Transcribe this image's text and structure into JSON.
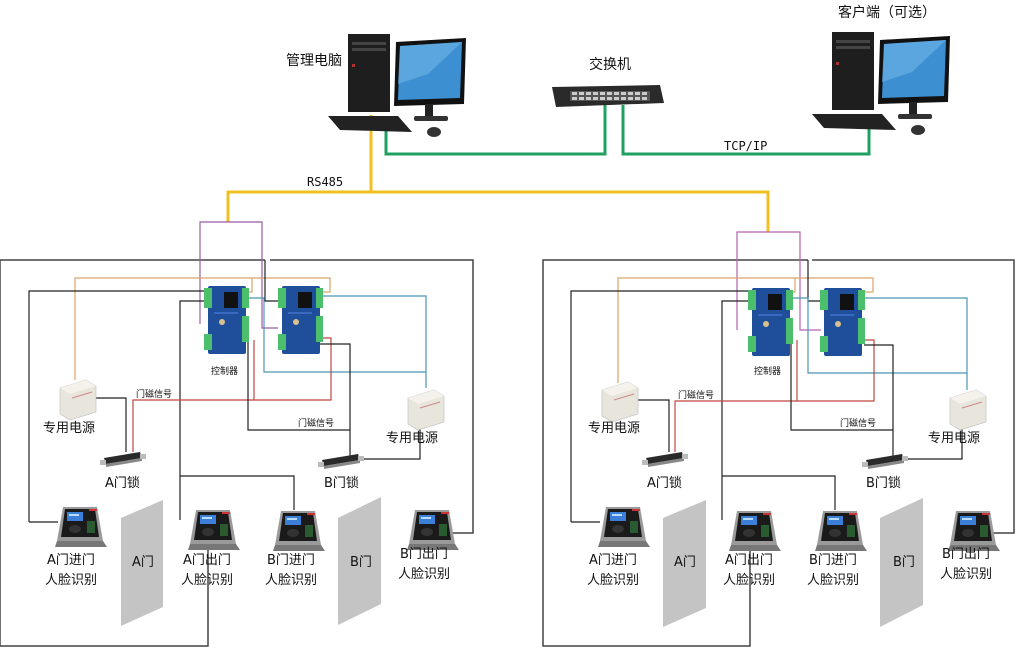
{
  "title": "人脸识别门禁系统拓扑图",
  "top": {
    "admin_pc_label": "管理电脑",
    "switch_label": "交换机",
    "client_pc_label": "客户端（可选）",
    "rs485_label": "RS485",
    "tcpip_label": "TCP/IP"
  },
  "groups": [
    {
      "controller_label": "控制器",
      "power_left_label": "专用电源",
      "power_right_label": "专用电源",
      "door_signal_a": "门磁信号",
      "door_signal_b": "门磁信号",
      "lock_a_label": "A门锁",
      "lock_b_label": "B门锁",
      "door_a_label": "A门",
      "door_b_label": "B门",
      "readers": [
        {
          "line1": "A门进门",
          "line2": "人脸识别"
        },
        {
          "line1": "A门出门",
          "line2": "人脸识别"
        },
        {
          "line1": "B门进门",
          "line2": "人脸识别"
        },
        {
          "line1": "B门出门",
          "line2": "人脸识别"
        }
      ]
    },
    {
      "controller_label": "控制器",
      "power_left_label": "专用电源",
      "power_right_label": "专用电源",
      "door_signal_a": "门磁信号",
      "door_signal_b": "门磁信号",
      "lock_a_label": "A门锁",
      "lock_b_label": "B门锁",
      "door_a_label": "A门",
      "door_b_label": "B门",
      "readers": [
        {
          "line1": "A门进门",
          "line2": "人脸识别"
        },
        {
          "line1": "A门出门",
          "line2": "人脸识别"
        },
        {
          "line1": "B门进门",
          "line2": "人脸识别"
        },
        {
          "line1": "B门出门",
          "line2": "人脸识别"
        }
      ]
    }
  ],
  "colors": {
    "rs485": "#f0c020",
    "tcpip": "#1ea060",
    "power_wire": "#d9a46a",
    "signal_wire": "#c0453f",
    "comm_wire": "#4b95b5",
    "bus_wire": "#9a5aa8"
  }
}
